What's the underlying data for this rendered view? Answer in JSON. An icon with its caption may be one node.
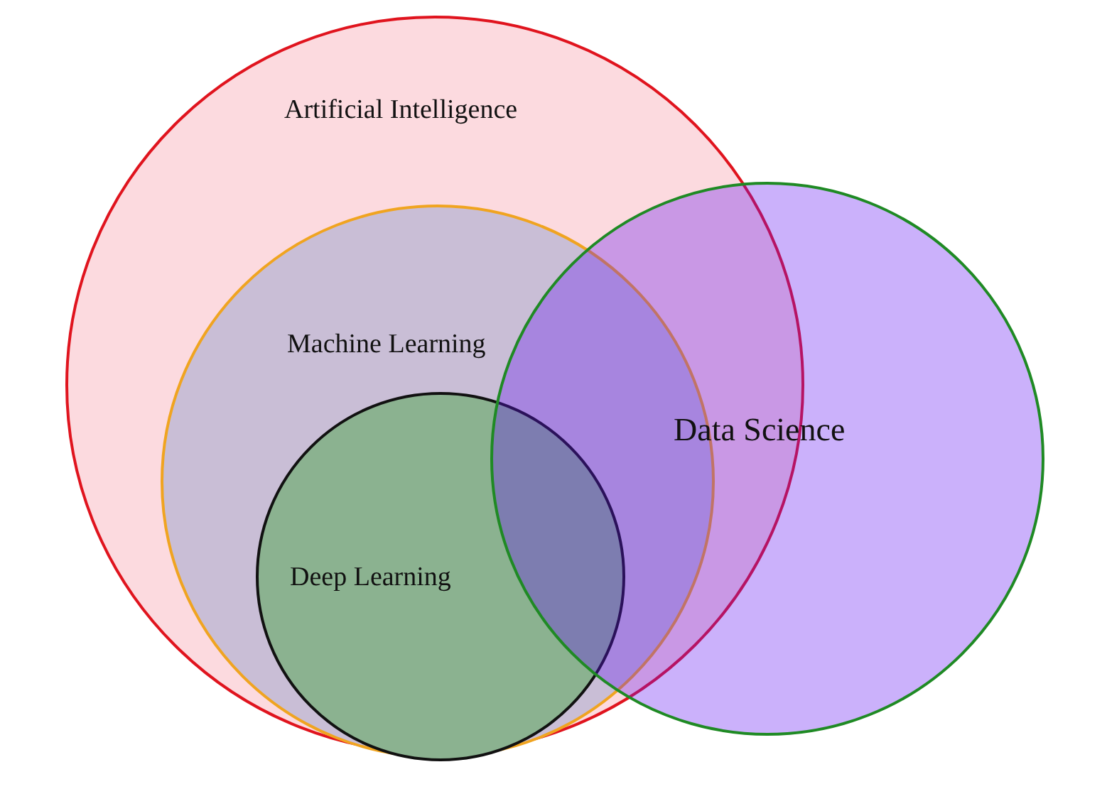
{
  "diagram": {
    "nodes": [
      {
        "text": [
          "Artificial Intelligence"
        ]
      },
      {
        "text": [
          "Machine Learning"
        ],
        "in": 0
      },
      {
        "text": [
          "Deep Learning"
        ],
        "in": 1
      },
      {
        "text": [
          "Data Science"
        ]
      }
    ]
  }
}
